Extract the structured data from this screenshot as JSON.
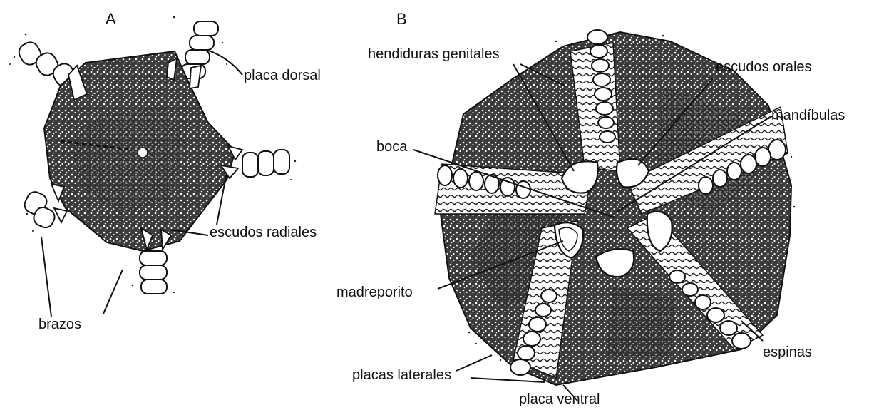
{
  "panels": {
    "a": "A",
    "b": "B"
  },
  "labels_a": {
    "placa_dorsal": "placa dorsal",
    "escudos_radiales": "escudos radiales",
    "brazos": "brazos"
  },
  "labels_b": {
    "hendiduras_genitales": "hendiduras genitales",
    "escudos_orales": "escudos orales",
    "mandibulas": "mandíbulas",
    "boca": "boca",
    "madreporito": "madreporito",
    "espinas": "espinas",
    "placas_laterales": "placas laterales",
    "placa_ventral": "placa ventral"
  },
  "colors": {
    "ink": "#111111",
    "stipple": "#2a2a2a",
    "paper": "#ffffff"
  }
}
